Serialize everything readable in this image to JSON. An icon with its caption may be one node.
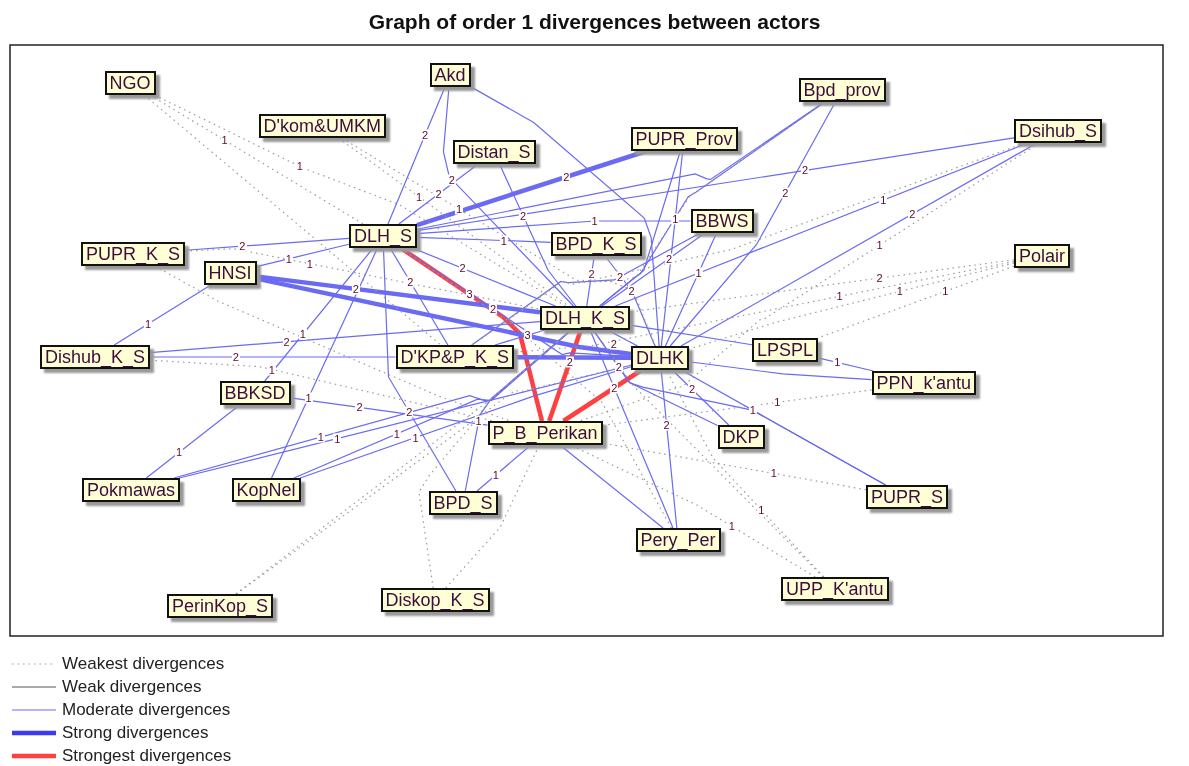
{
  "diagram": {
    "title": "Graph of order 1 divergences between actors",
    "nodes": [
      {
        "text": [
          "NGO"
        ]
      },
      {
        "text": [
          "Akd"
        ]
      },
      {
        "text": [
          "D'kom&UMKM"
        ]
      },
      {
        "text": [
          "Bpd_prov"
        ]
      },
      {
        "text": [
          "Distan_S"
        ]
      },
      {
        "text": [
          "PUPR_Prov"
        ]
      },
      {
        "text": [
          "Dsihub_S"
        ]
      },
      {
        "text": [
          "DLH_S"
        ]
      },
      {
        "text": [
          "BBWS"
        ]
      },
      {
        "text": [
          "BPD_K_S"
        ]
      },
      {
        "text": [
          "PUPR_K_S"
        ]
      },
      {
        "text": [
          "Polair"
        ]
      },
      {
        "text": [
          "HNSI"
        ]
      },
      {
        "text": [
          "DLH_K_S"
        ]
      },
      {
        "text": [
          "LPSPL"
        ]
      },
      {
        "text": [
          "Dishub_K_S"
        ]
      },
      {
        "text": [
          "D'KP&P_K_S"
        ]
      },
      {
        "text": [
          "DLHK"
        ]
      },
      {
        "text": [
          "PPN_k'antu"
        ]
      },
      {
        "text": [
          "BBKSD"
        ]
      },
      {
        "text": [
          "P_B_Perikan"
        ]
      },
      {
        "text": [
          "DKP"
        ]
      },
      {
        "text": [
          "Pokmawas"
        ]
      },
      {
        "text": [
          "KopNel"
        ]
      },
      {
        "text": [
          "BPD_S"
        ]
      },
      {
        "text": [
          "PUPR_S"
        ]
      },
      {
        "text": [
          "Pery_Per"
        ]
      },
      {
        "text": [
          "UPP_K'antu"
        ]
      },
      {
        "text": [
          "PerinKop_S"
        ]
      },
      {
        "text": [
          "Diskop_K_S"
        ]
      }
    ],
    "edges": [
      {
        "from": 7,
        "to": 20,
        "arrow": "none",
        "label": "3",
        "style": "thick",
        "color": "#ff4040"
      },
      {
        "from": 13,
        "to": 20,
        "arrow": "none",
        "label": "2",
        "style": "thick",
        "color": "#ff4040"
      },
      {
        "from": 17,
        "to": 20,
        "arrow": "none",
        "label": "2",
        "style": "thick",
        "color": "#ff4040"
      },
      {
        "from": 1,
        "to": 7,
        "arrow": "none",
        "label": "2"
      },
      {
        "from": 1,
        "to": 13,
        "arrow": "none",
        "label": "2"
      },
      {
        "from": 1,
        "to": 17,
        "arrow": "none"
      },
      {
        "from": 4,
        "to": 7,
        "arrow": "none",
        "label": "2"
      },
      {
        "from": 4,
        "to": 13,
        "arrow": "none",
        "label": "2"
      },
      {
        "from": 5,
        "to": 7,
        "arrow": "none",
        "label": "2",
        "style": "thick"
      },
      {
        "from": 5,
        "to": 17,
        "arrow": "none",
        "label": "1"
      },
      {
        "from": 5,
        "to": 13,
        "arrow": "none"
      },
      {
        "from": 3,
        "to": 7,
        "arrow": "none"
      },
      {
        "from": 3,
        "to": 17,
        "arrow": "none",
        "label": "2"
      },
      {
        "from": 3,
        "to": 13,
        "arrow": "none"
      },
      {
        "from": 6,
        "to": 7,
        "arrow": "none",
        "label": "2"
      },
      {
        "from": 6,
        "to": 17,
        "arrow": "none",
        "label": "2"
      },
      {
        "from": 6,
        "to": 13,
        "arrow": "none",
        "label": "1"
      },
      {
        "from": 8,
        "to": 7,
        "arrow": "none",
        "label": "1"
      },
      {
        "from": 8,
        "to": 17,
        "arrow": "none",
        "label": "1"
      },
      {
        "from": 8,
        "to": 13,
        "arrow": "none",
        "label": "2"
      },
      {
        "from": 8,
        "to": 16,
        "arrow": "none",
        "label": "2"
      },
      {
        "from": 9,
        "to": 7,
        "arrow": "none",
        "label": "1"
      },
      {
        "from": 9,
        "to": 17,
        "arrow": "none",
        "label": "2"
      },
      {
        "from": 9,
        "to": 13,
        "arrow": "none",
        "label": "2"
      },
      {
        "from": 10,
        "to": 7,
        "arrow": "none",
        "label": "2"
      },
      {
        "from": 12,
        "to": 7,
        "arrow": "none",
        "label": "1"
      },
      {
        "from": 12,
        "to": 13,
        "arrow": "none",
        "label": "2",
        "style": "thick"
      },
      {
        "from": 12,
        "to": 17,
        "arrow": "none",
        "style": "thick"
      },
      {
        "from": 15,
        "to": 12,
        "arrow": "none",
        "label": "1"
      },
      {
        "from": 15,
        "to": 13,
        "arrow": "none",
        "label": "2"
      },
      {
        "from": 15,
        "to": 16,
        "arrow": "none",
        "label": "2"
      },
      {
        "from": 19,
        "to": 7,
        "arrow": "none",
        "label": "1"
      },
      {
        "from": 19,
        "to": 20,
        "arrow": "none",
        "label": "2"
      },
      {
        "from": 22,
        "to": 19,
        "arrow": "none",
        "label": "1"
      },
      {
        "from": 22,
        "to": 13,
        "arrow": "none",
        "label": "1"
      },
      {
        "from": 22,
        "to": 17,
        "arrow": "none",
        "label": "1"
      },
      {
        "from": 23,
        "to": 7,
        "arrow": "none",
        "label": "1"
      },
      {
        "from": 23,
        "to": 13,
        "arrow": "none",
        "label": "1"
      },
      {
        "from": 23,
        "to": 17,
        "arrow": "none",
        "label": "1"
      },
      {
        "from": 24,
        "to": 7,
        "arrow": "none",
        "label": "2"
      },
      {
        "from": 24,
        "to": 20,
        "arrow": "none",
        "label": "1"
      },
      {
        "from": 24,
        "to": 13,
        "arrow": "none",
        "label": "1"
      },
      {
        "from": 14,
        "to": 13,
        "arrow": "none"
      },
      {
        "from": 14,
        "to": 18,
        "arrow": "none",
        "label": "1"
      },
      {
        "from": 17,
        "to": 18,
        "arrow": "none"
      },
      {
        "from": 17,
        "to": 25,
        "arrow": "none",
        "label": "1"
      },
      {
        "from": 13,
        "to": 25,
        "arrow": "none"
      },
      {
        "from": 17,
        "to": 21,
        "arrow": "none",
        "label": "2"
      },
      {
        "from": 13,
        "to": 21,
        "arrow": "none",
        "label": "2"
      },
      {
        "from": 17,
        "to": 26,
        "arrow": "none",
        "label": "2"
      },
      {
        "from": 20,
        "to": 26,
        "arrow": "none"
      },
      {
        "from": 13,
        "to": 26,
        "arrow": "none"
      },
      {
        "from": 7,
        "to": 13,
        "arrow": "none",
        "label": "2"
      },
      {
        "from": 7,
        "to": 17,
        "arrow": "none",
        "label": "2"
      },
      {
        "from": 7,
        "to": 16,
        "arrow": "none",
        "label": "2"
      },
      {
        "from": 13,
        "to": 17,
        "arrow": "none",
        "label": "2"
      },
      {
        "from": 16,
        "to": 17,
        "arrow": "none",
        "style": "thick"
      },
      {
        "from": 16,
        "to": 13,
        "arrow": "none",
        "label": "3"
      },
      {
        "from": 0,
        "to": 7,
        "arrow": "none",
        "label": "1",
        "style": "dashed",
        "color": "#9a9a9a"
      },
      {
        "from": 0,
        "to": 13,
        "arrow": "none",
        "label": "1",
        "style": "dashed",
        "color": "#9a9a9a"
      },
      {
        "from": 0,
        "to": 16,
        "arrow": "none",
        "style": "dashed",
        "color": "#9a9a9a"
      },
      {
        "from": 2,
        "to": 13,
        "arrow": "none",
        "label": "1",
        "style": "dashed",
        "color": "#9a9a9a"
      },
      {
        "from": 2,
        "to": 17,
        "arrow": "none",
        "label": "1",
        "style": "dashed",
        "color": "#9a9a9a"
      },
      {
        "from": 11,
        "to": 17,
        "arrow": "none",
        "label": "1",
        "style": "dashed",
        "color": "#9a9a9a"
      },
      {
        "from": 11,
        "to": 13,
        "arrow": "none",
        "label": "2",
        "style": "dashed",
        "color": "#9a9a9a"
      },
      {
        "from": 11,
        "to": 16,
        "arrow": "none",
        "label": "1",
        "style": "dashed",
        "color": "#9a9a9a"
      },
      {
        "from": 11,
        "to": 14,
        "arrow": "none",
        "label": "1",
        "style": "dashed",
        "color": "#9a9a9a"
      },
      {
        "from": 28,
        "to": 13,
        "arrow": "none",
        "style": "dashed",
        "color": "#9a9a9a"
      },
      {
        "from": 28,
        "to": 17,
        "arrow": "none",
        "style": "dashed",
        "color": "#9a9a9a"
      },
      {
        "from": 29,
        "to": 13,
        "arrow": "none",
        "style": "dashed",
        "color": "#9a9a9a"
      },
      {
        "from": 29,
        "to": 20,
        "arrow": "none",
        "style": "dashed",
        "color": "#9a9a9a"
      },
      {
        "from": 27,
        "to": 17,
        "arrow": "none",
        "label": "1",
        "style": "dashed",
        "color": "#9a9a9a"
      },
      {
        "from": 27,
        "to": 20,
        "arrow": "none",
        "label": "1",
        "style": "dashed",
        "color": "#9a9a9a"
      },
      {
        "from": 27,
        "to": 13,
        "arrow": "none",
        "style": "dashed",
        "color": "#9a9a9a"
      },
      {
        "from": 25,
        "to": 20,
        "arrow": "none",
        "label": "1",
        "style": "dashed",
        "color": "#9a9a9a"
      },
      {
        "from": 10,
        "to": 13,
        "arrow": "none",
        "label": "1",
        "style": "dashed",
        "color": "#9a9a9a"
      },
      {
        "from": 10,
        "to": 20,
        "arrow": "none",
        "style": "dashed",
        "color": "#9a9a9a"
      },
      {
        "from": 15,
        "to": 20,
        "arrow": "none",
        "label": "1",
        "style": "dashed",
        "color": "#9a9a9a"
      },
      {
        "from": 26,
        "to": 7,
        "arrow": "none",
        "style": "dashed",
        "color": "#9a9a9a"
      },
      {
        "from": 18,
        "to": 20,
        "arrow": "none",
        "label": "1",
        "style": "dashed",
        "color": "#9a9a9a"
      },
      {
        "from": 3,
        "to": 16,
        "arrow": "none",
        "style": "dashed",
        "color": "#9a9a9a"
      },
      {
        "from": 6,
        "to": 20,
        "arrow": "none",
        "label": "1",
        "style": "dashed",
        "color": "#9a9a9a"
      },
      {
        "from": 6,
        "to": 16,
        "arrow": "none",
        "style": "dashed",
        "color": "#9a9a9a"
      }
    ],
    "legend": [
      {
        "text": "Weakest divergences"
      },
      {
        "text": "Weak divergences"
      },
      {
        "text": "Moderate divergences"
      },
      {
        "text": "Strong divergences"
      },
      {
        "text": "Strongest divergences"
      }
    ]
  }
}
